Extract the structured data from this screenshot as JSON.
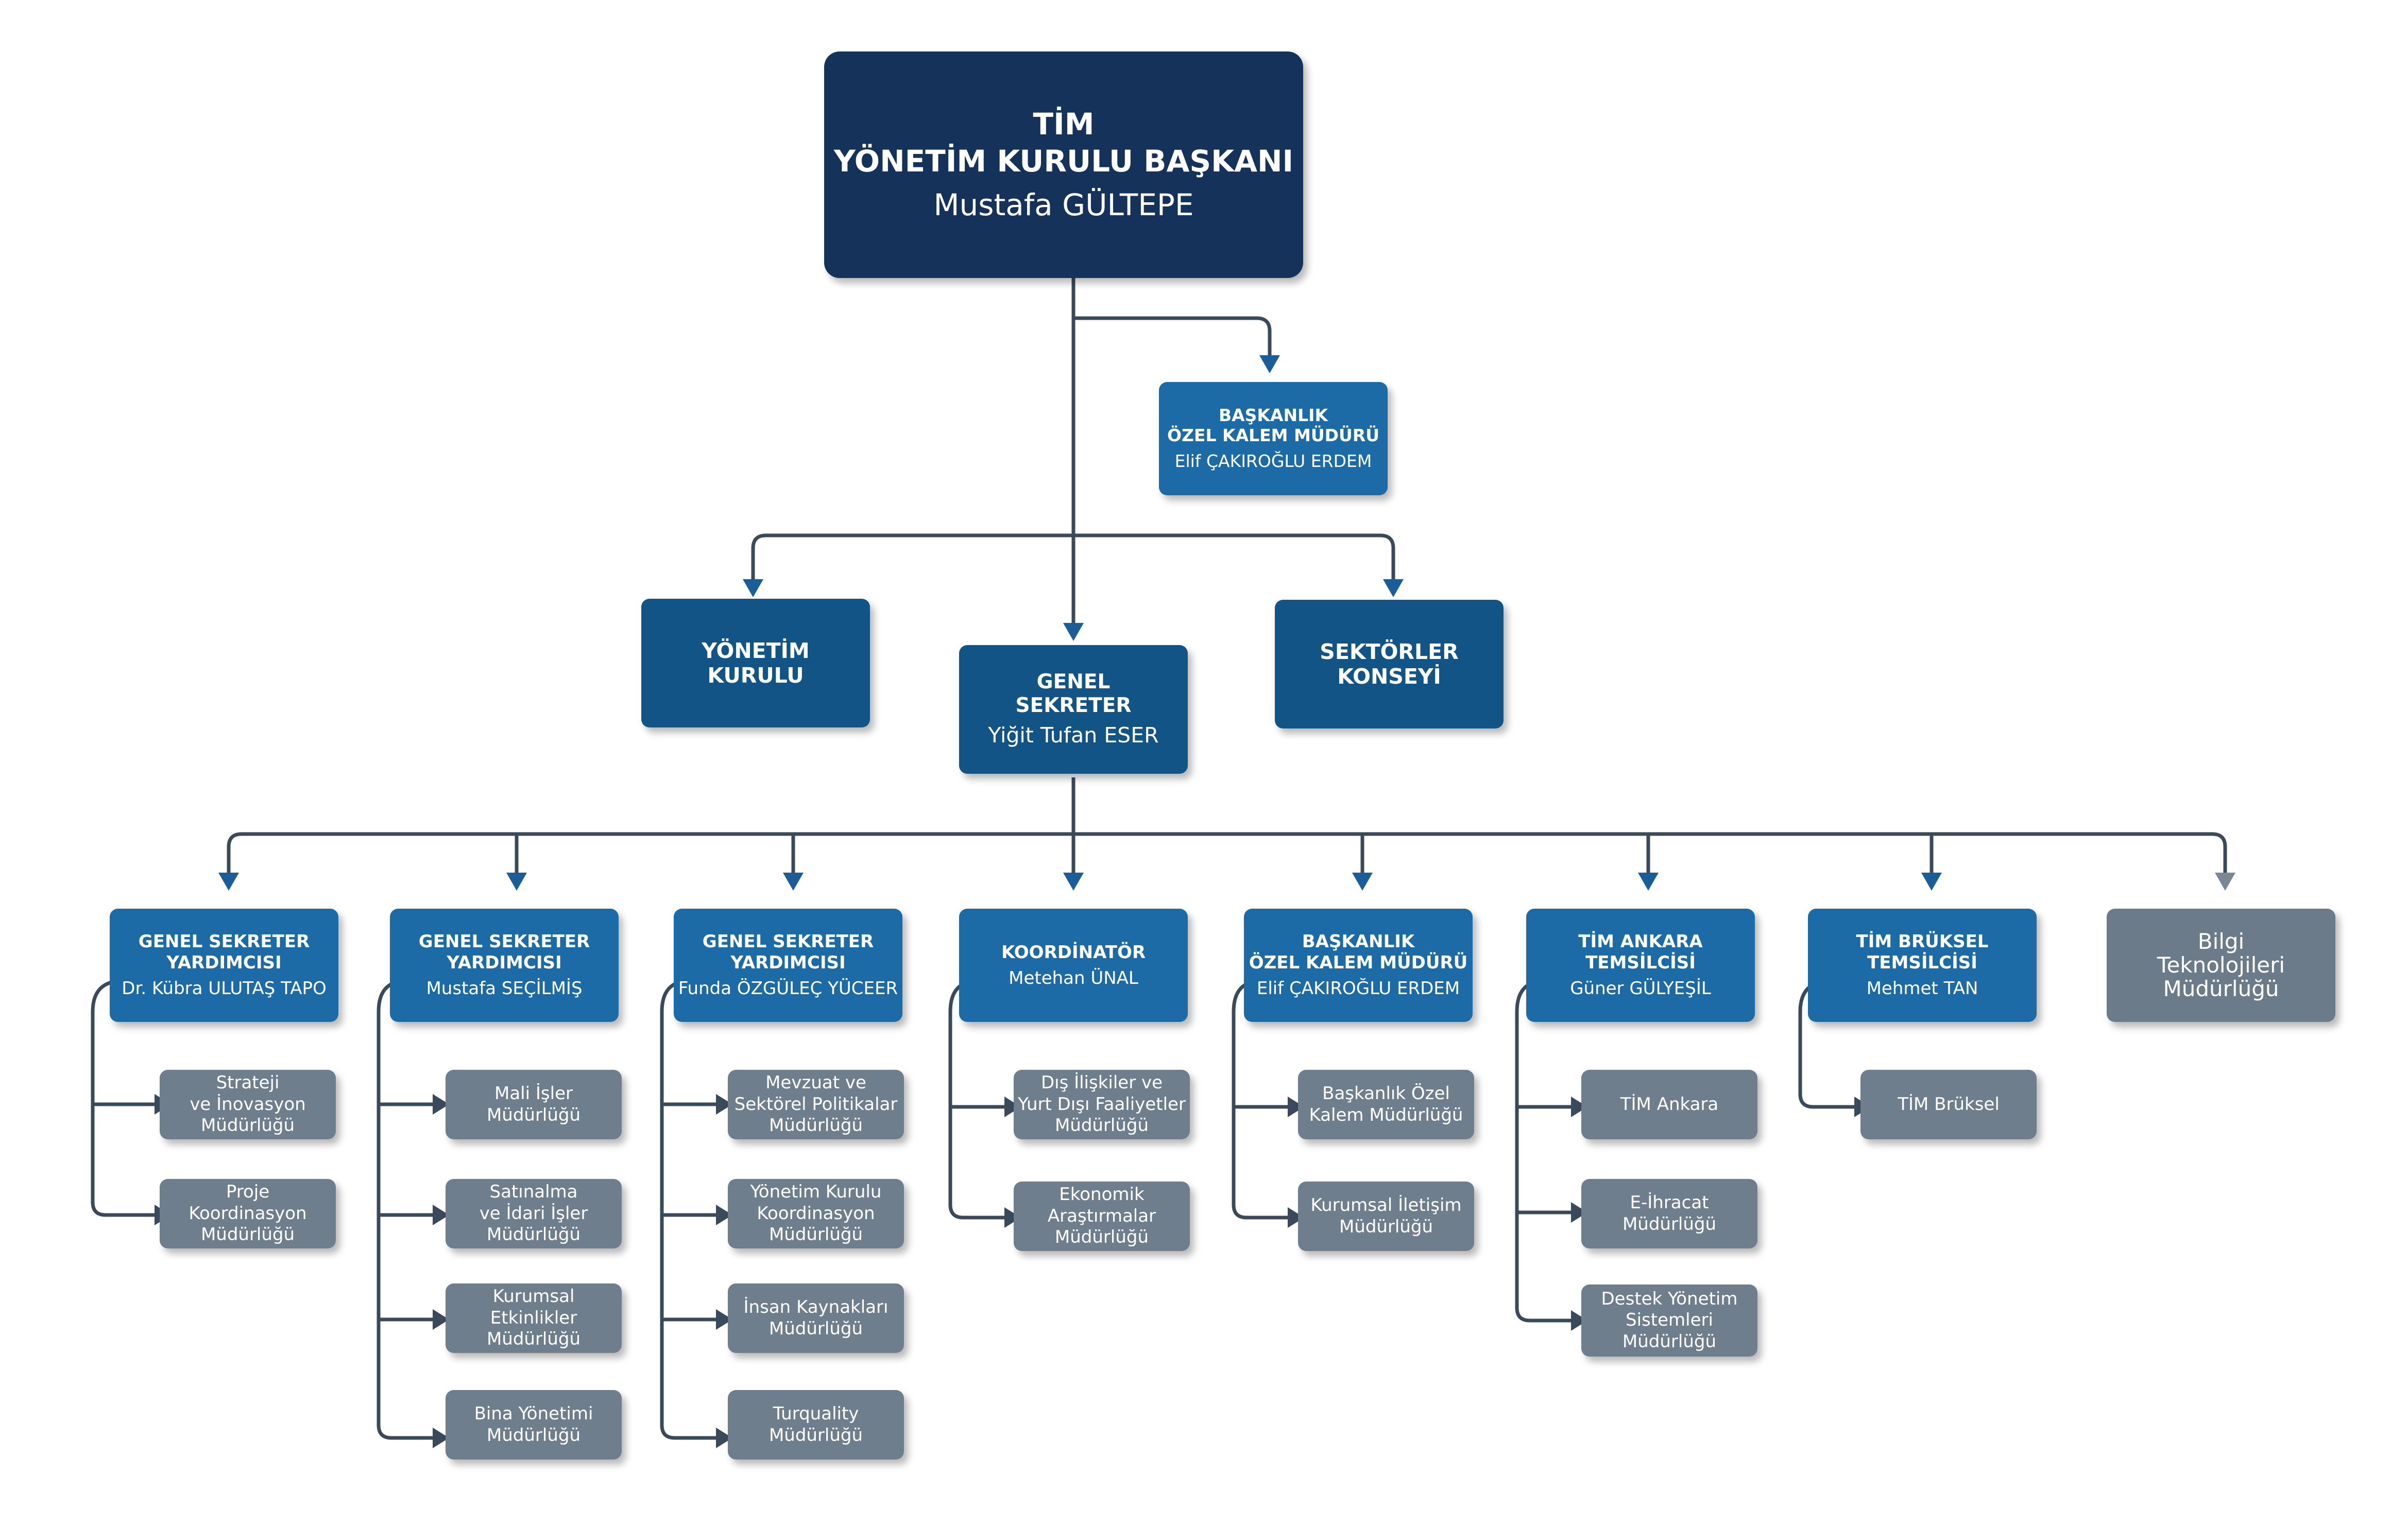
{
  "chairman": {
    "title": "TİM\nYÖNETİM KURULU BAŞKANI",
    "name": "Mustafa GÜLTEPE"
  },
  "private_office": {
    "title": "BAŞKANLIK\nÖZEL KALEM MÜDÜRÜ",
    "name": "Elif ÇAKIROĞLU ERDEM"
  },
  "board": {
    "title": "YÖNETİM\nKURULU"
  },
  "secretary_general": {
    "title": "GENEL\nSEKRETER",
    "name": "Yiğit Tufan ESER"
  },
  "sectors_council": {
    "title": "SEKTÖRLER\nKONSEYİ"
  },
  "heads": [
    {
      "title": "GENEL SEKRETER\nYARDIMCISI",
      "name": "Dr. Kübra ULUTAŞ TAPO",
      "units": [
        "Strateji\nve İnovasyon\nMüdürlüğü",
        "Proje\nKoordinasyon\nMüdürlüğü"
      ]
    },
    {
      "title": "GENEL SEKRETER\nYARDIMCISI",
      "name": "Mustafa SEÇİLMİŞ",
      "units": [
        "Mali İşler\nMüdürlüğü",
        "Satınalma\nve İdari İşler\nMüdürlüğü",
        "Kurumsal\nEtkinlikler\nMüdürlüğü",
        "Bina Yönetimi\nMüdürlüğü"
      ]
    },
    {
      "title": "GENEL SEKRETER\nYARDIMCISI",
      "name": "Funda ÖZGÜLEÇ YÜCEER",
      "units": [
        "Mevzuat ve\nSektörel Politikalar\nMüdürlüğü",
        "Yönetim Kurulu\nKoordinasyon\nMüdürlüğü",
        "İnsan Kaynakları\nMüdürlüğü",
        "Turquality\nMüdürlüğü"
      ]
    },
    {
      "title": "KOORDİNATÖR",
      "name": "Metehan ÜNAL",
      "units": [
        "Dış İlişkiler ve\nYurt Dışı Faaliyetler\nMüdürlüğü",
        "Ekonomik\nAraştırmalar\nMüdürlüğü"
      ]
    },
    {
      "title": "BAŞKANLIK\nÖZEL KALEM MÜDÜRÜ",
      "name": "Elif ÇAKIROĞLU ERDEM",
      "units": [
        "Başkanlık Özel\nKalem Müdürlüğü",
        "Kurumsal İletişim\nMüdürlüğü"
      ]
    },
    {
      "title": "TİM ANKARA\nTEMSİLCİSİ",
      "name": "Güner GÜLYEŞİL",
      "units": [
        "TİM Ankara",
        "E-İhracat\nMüdürlüğü",
        "Destek Yönetim\nSistemleri\nMüdürlüğü"
      ]
    },
    {
      "title": "TİM BRÜKSEL\nTEMSİLCİSİ",
      "name": "Mehmet TAN",
      "units": [
        "TİM Brüksel"
      ]
    }
  ],
  "it_directorate": {
    "title": "Bilgi\nTeknolojileri\nMüdürlüğü"
  },
  "colors": {
    "navy": "#15325a",
    "blue": "#135487",
    "light_blue": "#1d6ba6",
    "gray": "#6f7e8c",
    "line": "#3a4a5a",
    "arrow": "#1b5d96"
  }
}
